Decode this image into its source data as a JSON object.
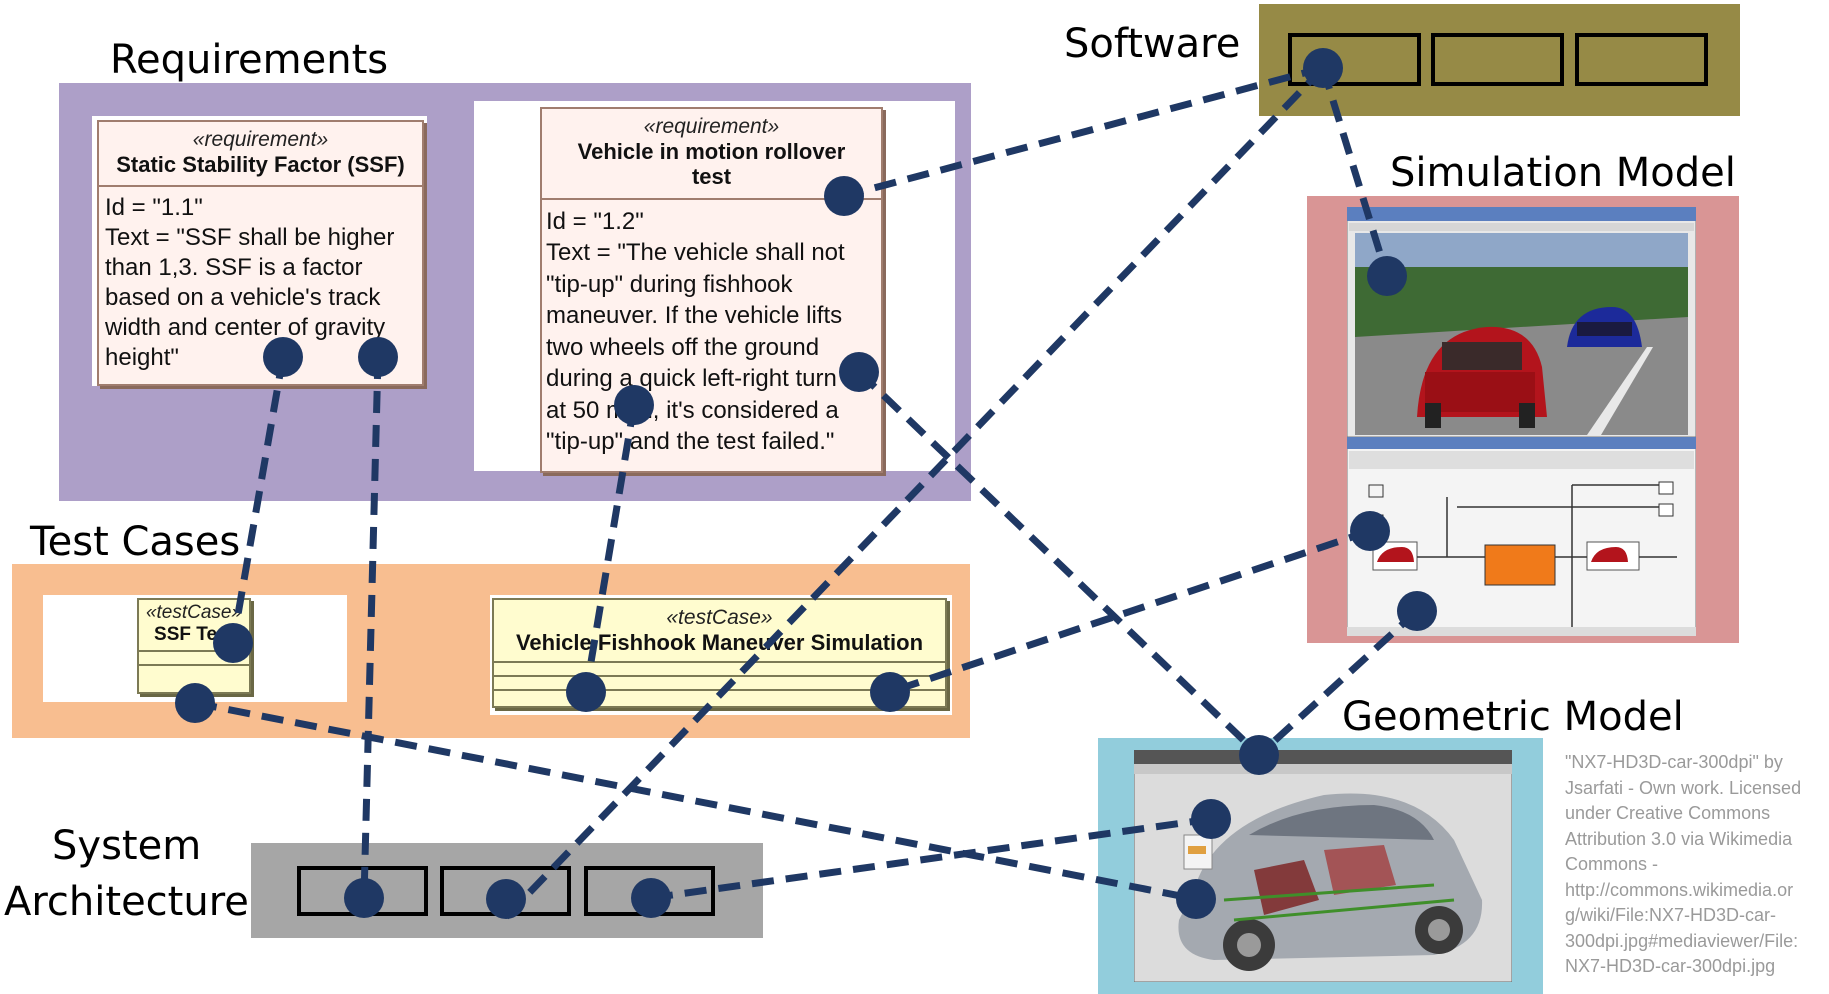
{
  "sections": {
    "requirements": "Requirements",
    "software": "Software",
    "simulation_model": "Simulation Model",
    "test_cases": "Test Cases",
    "geometric_model": "Geometric Model",
    "system_architecture_line1": "System",
    "system_architecture_line2": "Architecture"
  },
  "requirement_1": {
    "stereotype": "«requirement»",
    "name": "Static Stability Factor (SSF)",
    "id_line": "Id = \"1.1\"",
    "text_lines": [
      "Text = \"SSF shall be higher",
      "than 1,3. SSF is a factor",
      "based on a vehicle's track",
      "width and center of gravity",
      "height\""
    ]
  },
  "requirement_2": {
    "stereotype": "«requirement»",
    "name_line1": "Vehicle in motion rollover",
    "name_line2": "test",
    "id_line": "Id = \"1.2\"",
    "text_lines": [
      "Text = \"The vehicle shall not",
      "\"tip-up\" during fishhook",
      "maneuver. If the vehicle lifts",
      "two wheels off the ground",
      "during a quick left-right turn",
      "at 50 mph, it's considered a",
      "\"tip-up\" and the test failed.\""
    ]
  },
  "test_case_1": {
    "stereotype": "«testCase»",
    "name": "SSF Test"
  },
  "test_case_2": {
    "stereotype": "«testCase»",
    "name": "Vehicle Fishhook Maneuver Simulation"
  },
  "credit": "\"NX7-HD3D-car-300dpi\" by\nJsarfati - Own work. Licensed\nunder Creative Commons\nAttribution 3.0 via Wikimedia\nCommons -\nhttp://commons.wikimedia.or\ng/wiki/File:NX7-HD3D-car-\n300dpi.jpg#mediaviewer/File:\nNX7-HD3D-car-300dpi.jpg",
  "colors": {
    "requirements_panel": "#ad9fc8",
    "test_cases_panel": "#f8be90",
    "system_architecture_panel": "#a6a6a6",
    "software_panel": "#968a46",
    "simulation_panel": "#d99595",
    "geometric_panel": "#92cddc",
    "connector": "#1f3864"
  },
  "icons": {
    "connection_dot": "filled-circle",
    "simulation_screenshot": "car-driving-simulation-screenshot",
    "geometric_screenshot": "3d-car-cad-model-screenshot"
  }
}
